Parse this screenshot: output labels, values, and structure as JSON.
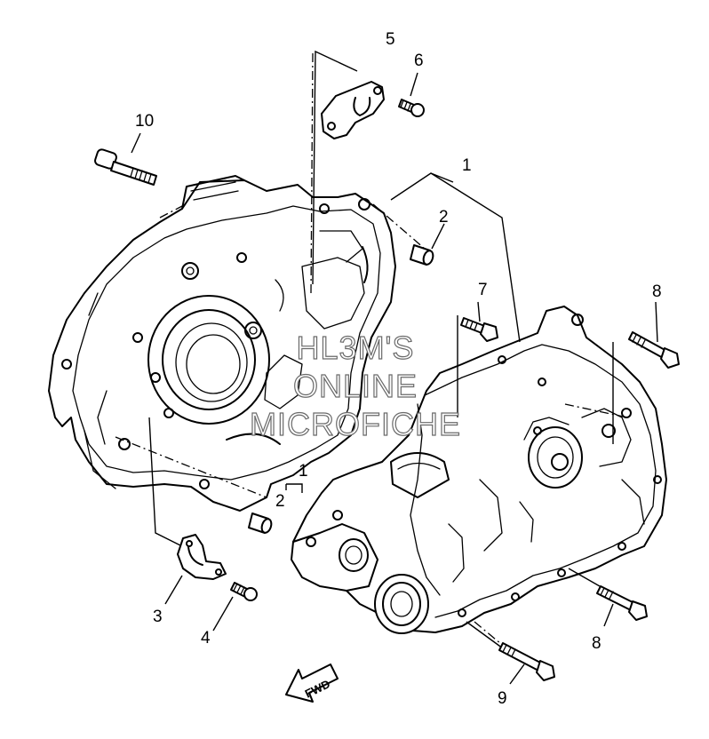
{
  "callouts": {
    "c10": "10",
    "c5": "5",
    "c6": "6",
    "c1_top": "1",
    "c2_top": "2",
    "c7": "7",
    "c8_top": "8",
    "c1_left": "1",
    "c2_left": "2",
    "c3": "3",
    "c4": "4",
    "c8_bottom": "8",
    "c9": "9"
  },
  "watermark": {
    "line1": "HL3M'S",
    "line2": "ONLINE",
    "line3": "MICROFICHE"
  },
  "fwd_label": "FWD"
}
